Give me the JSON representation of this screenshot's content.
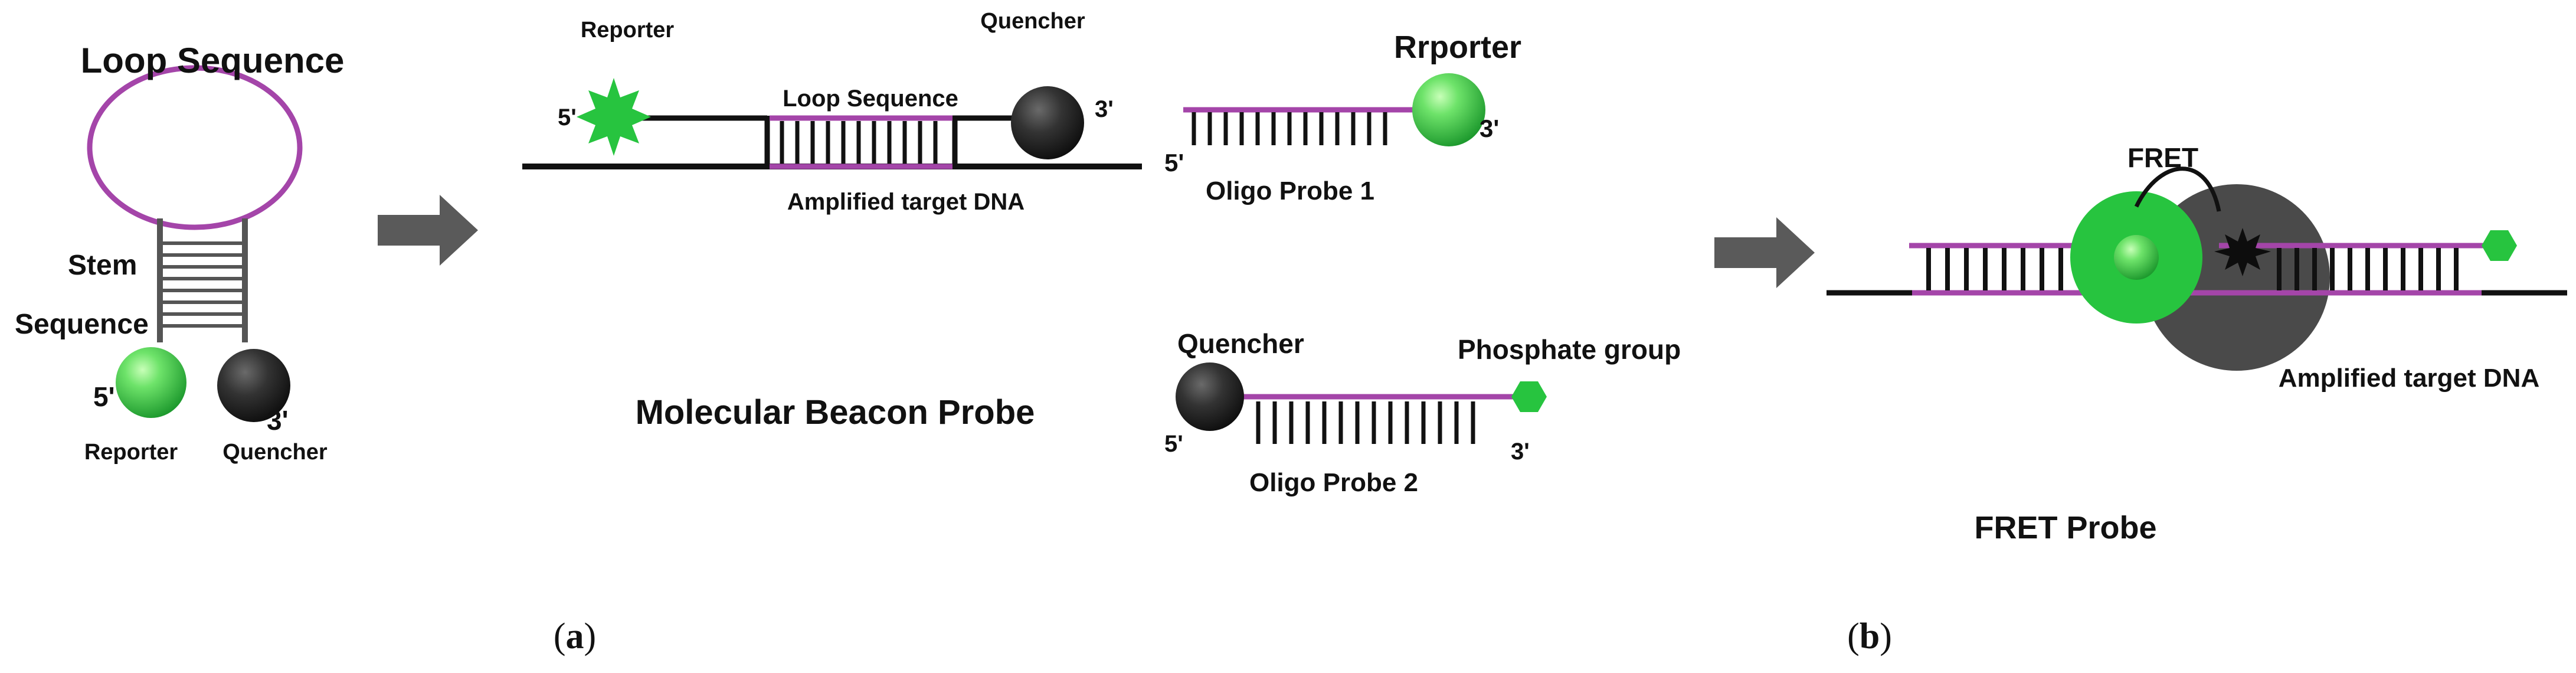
{
  "colors": {
    "loop": "#a445a9",
    "strand": "#111111",
    "stem": "#555555",
    "reporter_green": "#27c43f",
    "reporter_light": "#8ef07a",
    "quencher": "#2a2a2a",
    "arrow": "#5a5a5a",
    "halo_grey": "#4a4a4a"
  },
  "hairpin": {
    "loop_label": "Loop Sequence",
    "stem_label_1": "Stem",
    "stem_label_2": "Sequence",
    "five_prime": "5'",
    "three_prime": "3'",
    "reporter_label": "Reporter",
    "quencher_label": "Quencher"
  },
  "beacon": {
    "reporter_label": "Reporter",
    "quencher_label": "Quencher",
    "five_prime": "5'",
    "three_prime": "3'",
    "loop_label": "Loop Sequence",
    "target_label": "Amplified target DNA",
    "title": "Molecular Beacon Probe"
  },
  "oligo1": {
    "reporter_label": "Rrporter",
    "five_prime": "5'",
    "three_prime": "3'",
    "label": "Oligo Probe 1"
  },
  "oligo2": {
    "quencher_label": "Quencher",
    "phosphate_label": "Phosphate group",
    "five_prime": "5'",
    "three_prime": "3'",
    "label": "Oligo Probe 2"
  },
  "fret": {
    "fret_label": "FRET",
    "target_label": "Amplified target DNA",
    "title": "FRET  Probe"
  },
  "captions": {
    "a_open": "(",
    "a_letter": "a",
    "a_close": ")",
    "b_open": "(",
    "b_letter": "b",
    "b_close": ")"
  },
  "icons": {
    "reporter": "green-sphere-icon",
    "quencher": "dark-sphere-icon",
    "reporter_star": "green-starburst-icon",
    "quencher_star": "black-starburst-icon",
    "phosphate": "green-hexagon-icon",
    "arrow": "right-arrow-icon"
  }
}
